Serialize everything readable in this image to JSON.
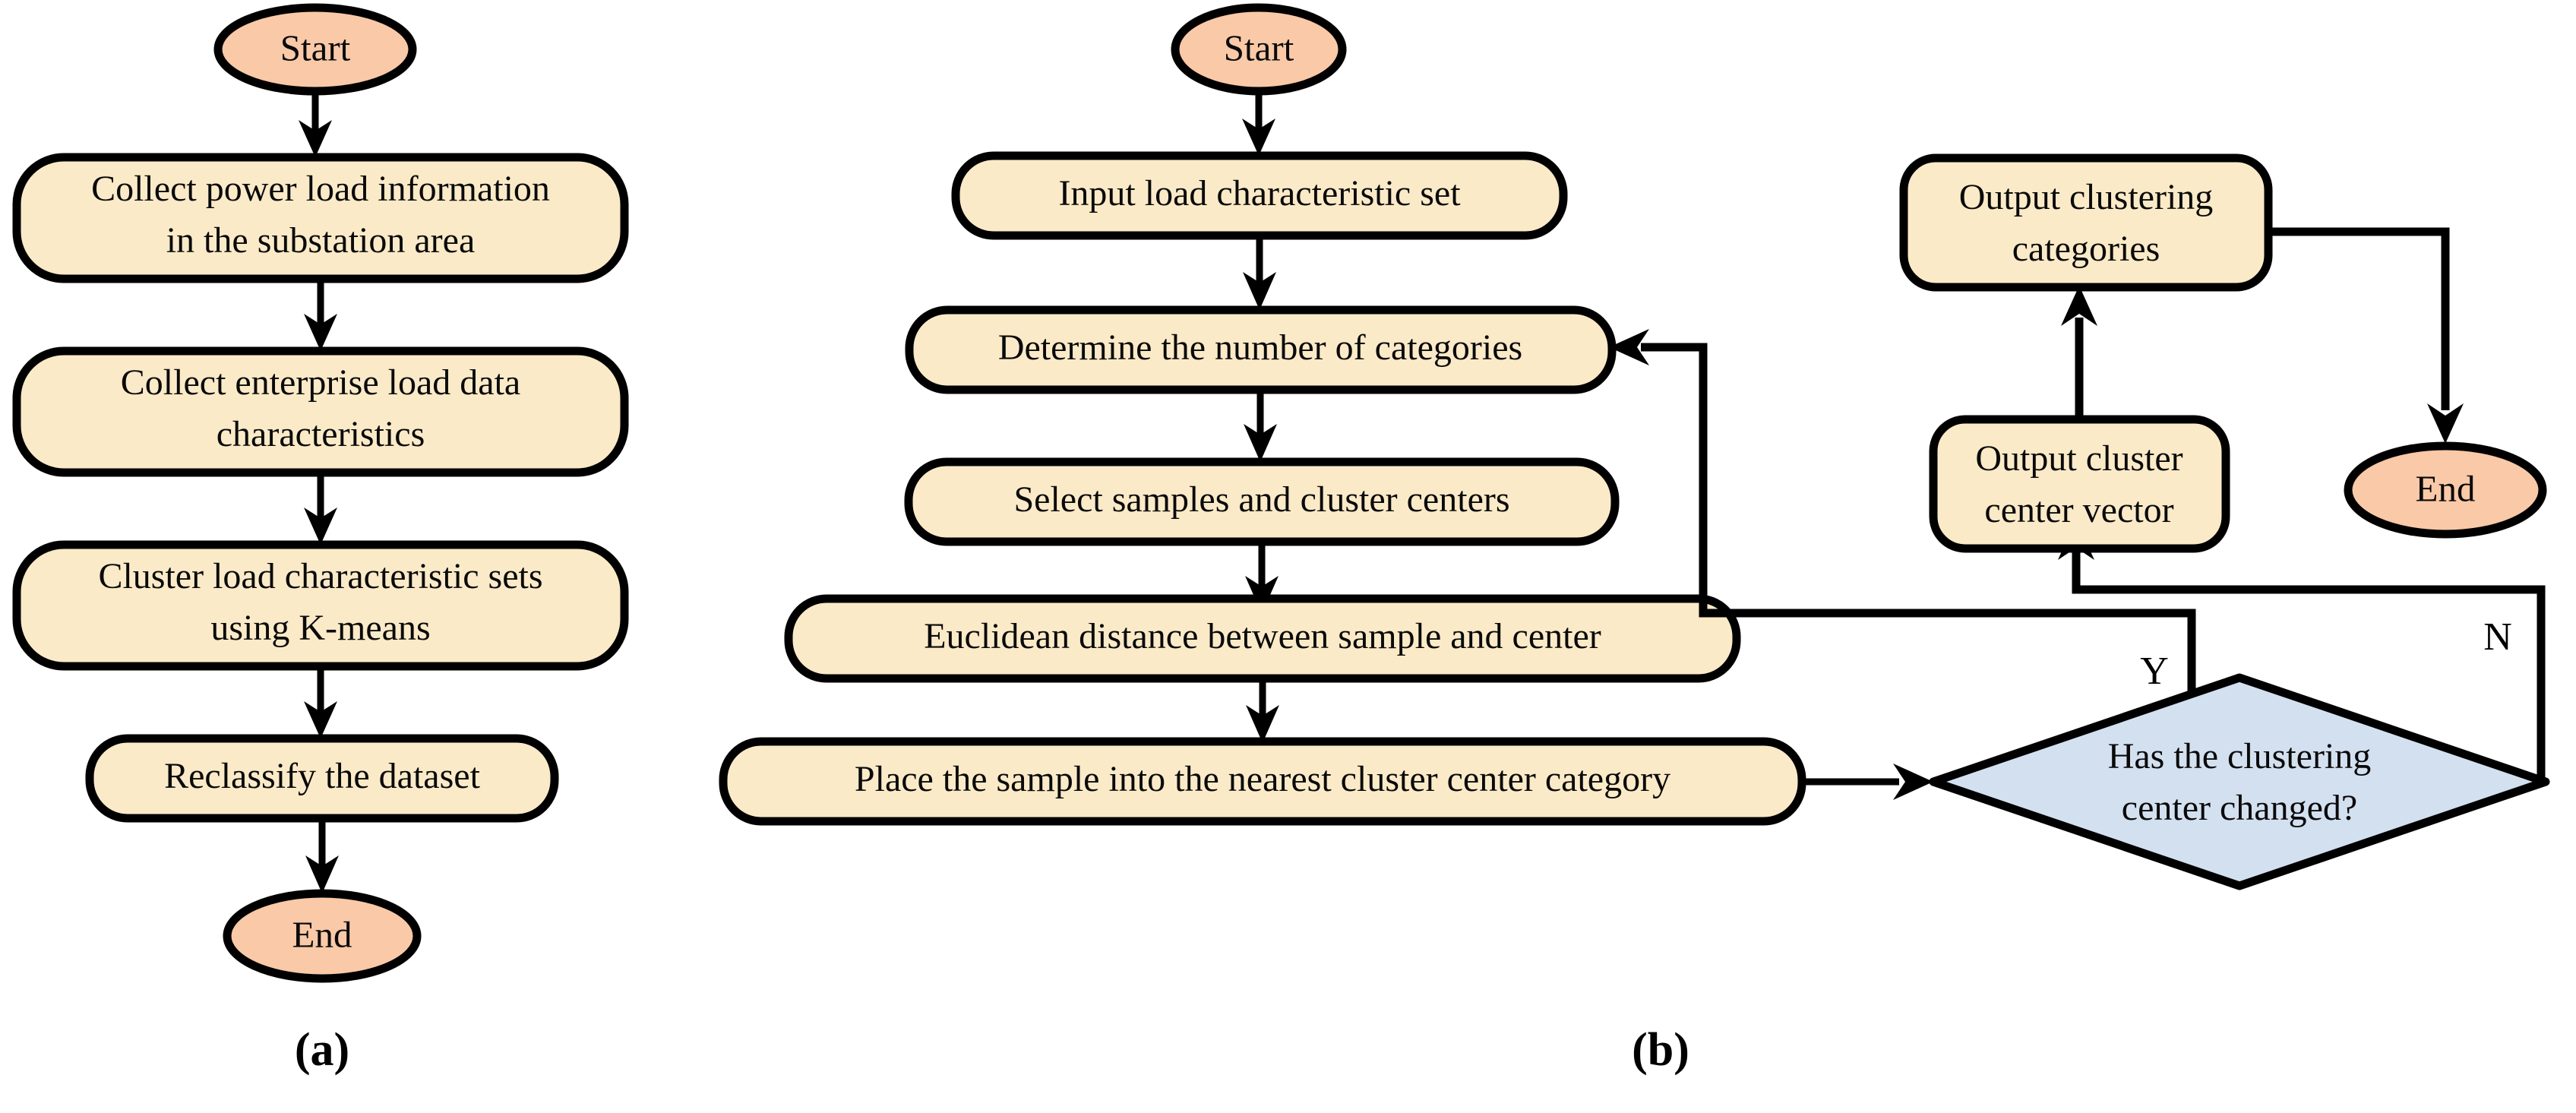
{
  "figure": {
    "type": "flowchart",
    "panels": [
      {
        "caption": "(a)",
        "title": "Overall load characteristic clustering workflow",
        "nodes": [
          {
            "id": "a-start",
            "kind": "terminal",
            "label": "Start"
          },
          {
            "id": "a-p1",
            "kind": "process",
            "label_line1": "Collect power load information",
            "label_line2": "in the substation area"
          },
          {
            "id": "a-p2",
            "kind": "process",
            "label_line1": "Collect enterprise load data",
            "label_line2": "characteristics"
          },
          {
            "id": "a-p3",
            "kind": "process",
            "label_line1": "Cluster load characteristic sets",
            "label_line2": "using K-means"
          },
          {
            "id": "a-p4",
            "kind": "process",
            "label_line1": "Reclassify the dataset",
            "label_line2": ""
          },
          {
            "id": "a-end",
            "kind": "terminal",
            "label": "End"
          }
        ],
        "edges": [
          {
            "from": "a-start",
            "to": "a-p1",
            "label": ""
          },
          {
            "from": "a-p1",
            "to": "a-p2",
            "label": ""
          },
          {
            "from": "a-p2",
            "to": "a-p3",
            "label": ""
          },
          {
            "from": "a-p3",
            "to": "a-p4",
            "label": ""
          },
          {
            "from": "a-p4",
            "to": "a-end",
            "label": ""
          }
        ]
      },
      {
        "caption": "(b)",
        "title": "K-means clustering iteration procedure",
        "nodes": [
          {
            "id": "b-start",
            "kind": "terminal",
            "label": "Start"
          },
          {
            "id": "b-p1",
            "kind": "process",
            "label_line1": "Input load characteristic set",
            "label_line2": ""
          },
          {
            "id": "b-p2",
            "kind": "process",
            "label_line1": "Determine the number of categories",
            "label_line2": ""
          },
          {
            "id": "b-p3",
            "kind": "process",
            "label_line1": "Select samples and cluster centers",
            "label_line2": ""
          },
          {
            "id": "b-p4",
            "kind": "process",
            "label_line1": "Euclidean distance between sample and center",
            "label_line2": ""
          },
          {
            "id": "b-p5",
            "kind": "process",
            "label_line1": "Place the sample into the nearest cluster center category",
            "label_line2": ""
          },
          {
            "id": "b-decision",
            "kind": "decision",
            "label_line1": "Has the clustering",
            "label_line2": "center changed?"
          },
          {
            "id": "b-p6",
            "kind": "process",
            "label_line1": "Output cluster",
            "label_line2": "center vector"
          },
          {
            "id": "b-p7",
            "kind": "process",
            "label_line1": "Output clustering",
            "label_line2": "categories"
          },
          {
            "id": "b-end",
            "kind": "terminal",
            "label": "End"
          }
        ],
        "edges": [
          {
            "from": "b-start",
            "to": "b-p1",
            "label": ""
          },
          {
            "from": "b-p1",
            "to": "b-p2",
            "label": ""
          },
          {
            "from": "b-p2",
            "to": "b-p3",
            "label": ""
          },
          {
            "from": "b-p3",
            "to": "b-p4",
            "label": ""
          },
          {
            "from": "b-p4",
            "to": "b-p5",
            "label": ""
          },
          {
            "from": "b-p5",
            "to": "b-decision",
            "label": ""
          },
          {
            "from": "b-decision",
            "to": "b-p2",
            "label": "Y"
          },
          {
            "from": "b-decision",
            "to": "b-p6",
            "label": "N"
          },
          {
            "from": "b-p6",
            "to": "b-p7",
            "label": ""
          },
          {
            "from": "b-p7",
            "to": "b-end",
            "label": ""
          }
        ]
      }
    ]
  },
  "panel_a": {
    "caption": "(a)",
    "start_label": "Start",
    "step1_line1": "Collect power load information",
    "step1_line2": "in the substation area",
    "step2_line1": "Collect enterprise load data",
    "step2_line2": "characteristics",
    "step3_line1": "Cluster load characteristic sets",
    "step3_line2": "using K-means",
    "step4_label": "Reclassify the dataset",
    "end_label": "End"
  },
  "panel_b": {
    "caption": "(b)",
    "start_label": "Start",
    "step1_label": "Input load characteristic set",
    "step2_label": "Determine the number of categories",
    "step3_label": "Select samples and cluster centers",
    "step4_label": "Euclidean distance between sample and center",
    "step5_label": "Place the sample into the nearest cluster center category",
    "decision_line1": "Has the clustering",
    "decision_line2": "center changed?",
    "decision_yes_label": "Y",
    "decision_no_label": "N",
    "out_vector_line1": "Output cluster",
    "out_vector_line2": "center vector",
    "out_categories_line1": "Output clustering",
    "out_categories_line2": "categories",
    "end_label": "End"
  },
  "colors": {
    "process_fill": "#fbeac8",
    "terminal_fill": "#f9c9a8",
    "decision_fill": "#d3e0f0",
    "stroke": "#000000",
    "background": "#ffffff",
    "text": "#0a0a0a"
  }
}
